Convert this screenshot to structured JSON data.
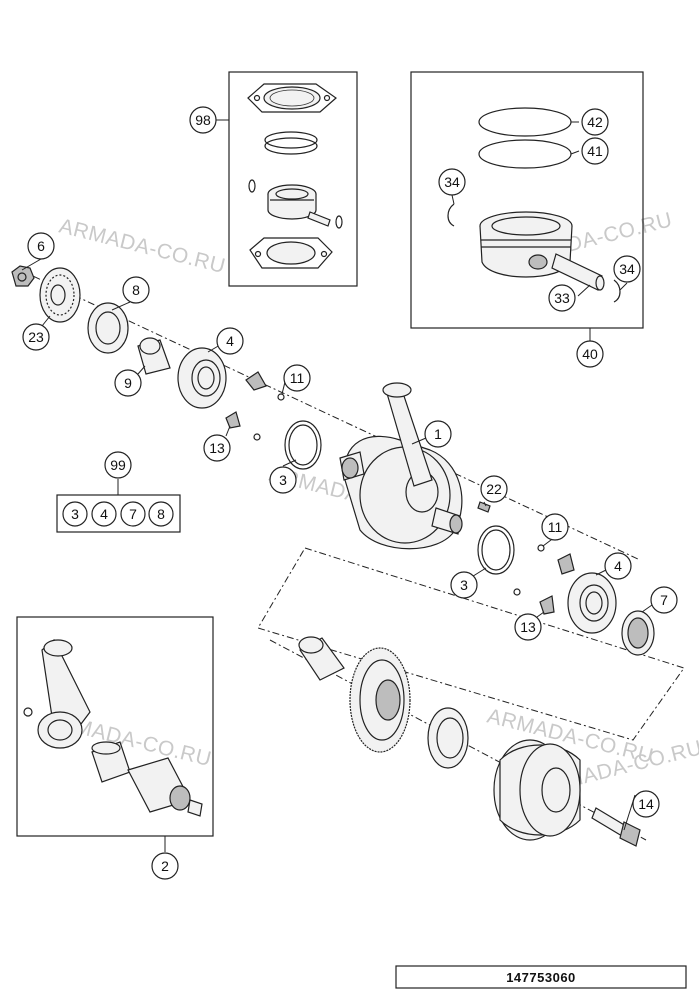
{
  "watermark": "ARMADA-CO.RU",
  "diagram_code": "147753060",
  "callouts": [
    {
      "id": "c98",
      "label": "98"
    },
    {
      "id": "c42",
      "label": "42"
    },
    {
      "id": "c41",
      "label": "41"
    },
    {
      "id": "c34a",
      "label": "34"
    },
    {
      "id": "c34b",
      "label": "34"
    },
    {
      "id": "c33",
      "label": "33"
    },
    {
      "id": "c40",
      "label": "40"
    },
    {
      "id": "c6",
      "label": "6"
    },
    {
      "id": "c8",
      "label": "8"
    },
    {
      "id": "c23",
      "label": "23"
    },
    {
      "id": "c4a",
      "label": "4"
    },
    {
      "id": "c9",
      "label": "9"
    },
    {
      "id": "c11a",
      "label": "11"
    },
    {
      "id": "c13a",
      "label": "13"
    },
    {
      "id": "c1",
      "label": "1"
    },
    {
      "id": "c3a",
      "label": "3"
    },
    {
      "id": "c99",
      "label": "99"
    },
    {
      "id": "c22",
      "label": "22"
    },
    {
      "id": "c11b",
      "label": "11"
    },
    {
      "id": "c4b",
      "label": "4"
    },
    {
      "id": "c3b",
      "label": "3"
    },
    {
      "id": "c7",
      "label": "7"
    },
    {
      "id": "c13b",
      "label": "13"
    },
    {
      "id": "c14",
      "label": "14"
    },
    {
      "id": "c2",
      "label": "2"
    }
  ],
  "kit_99_parts": [
    "3",
    "4",
    "7",
    "8"
  ]
}
